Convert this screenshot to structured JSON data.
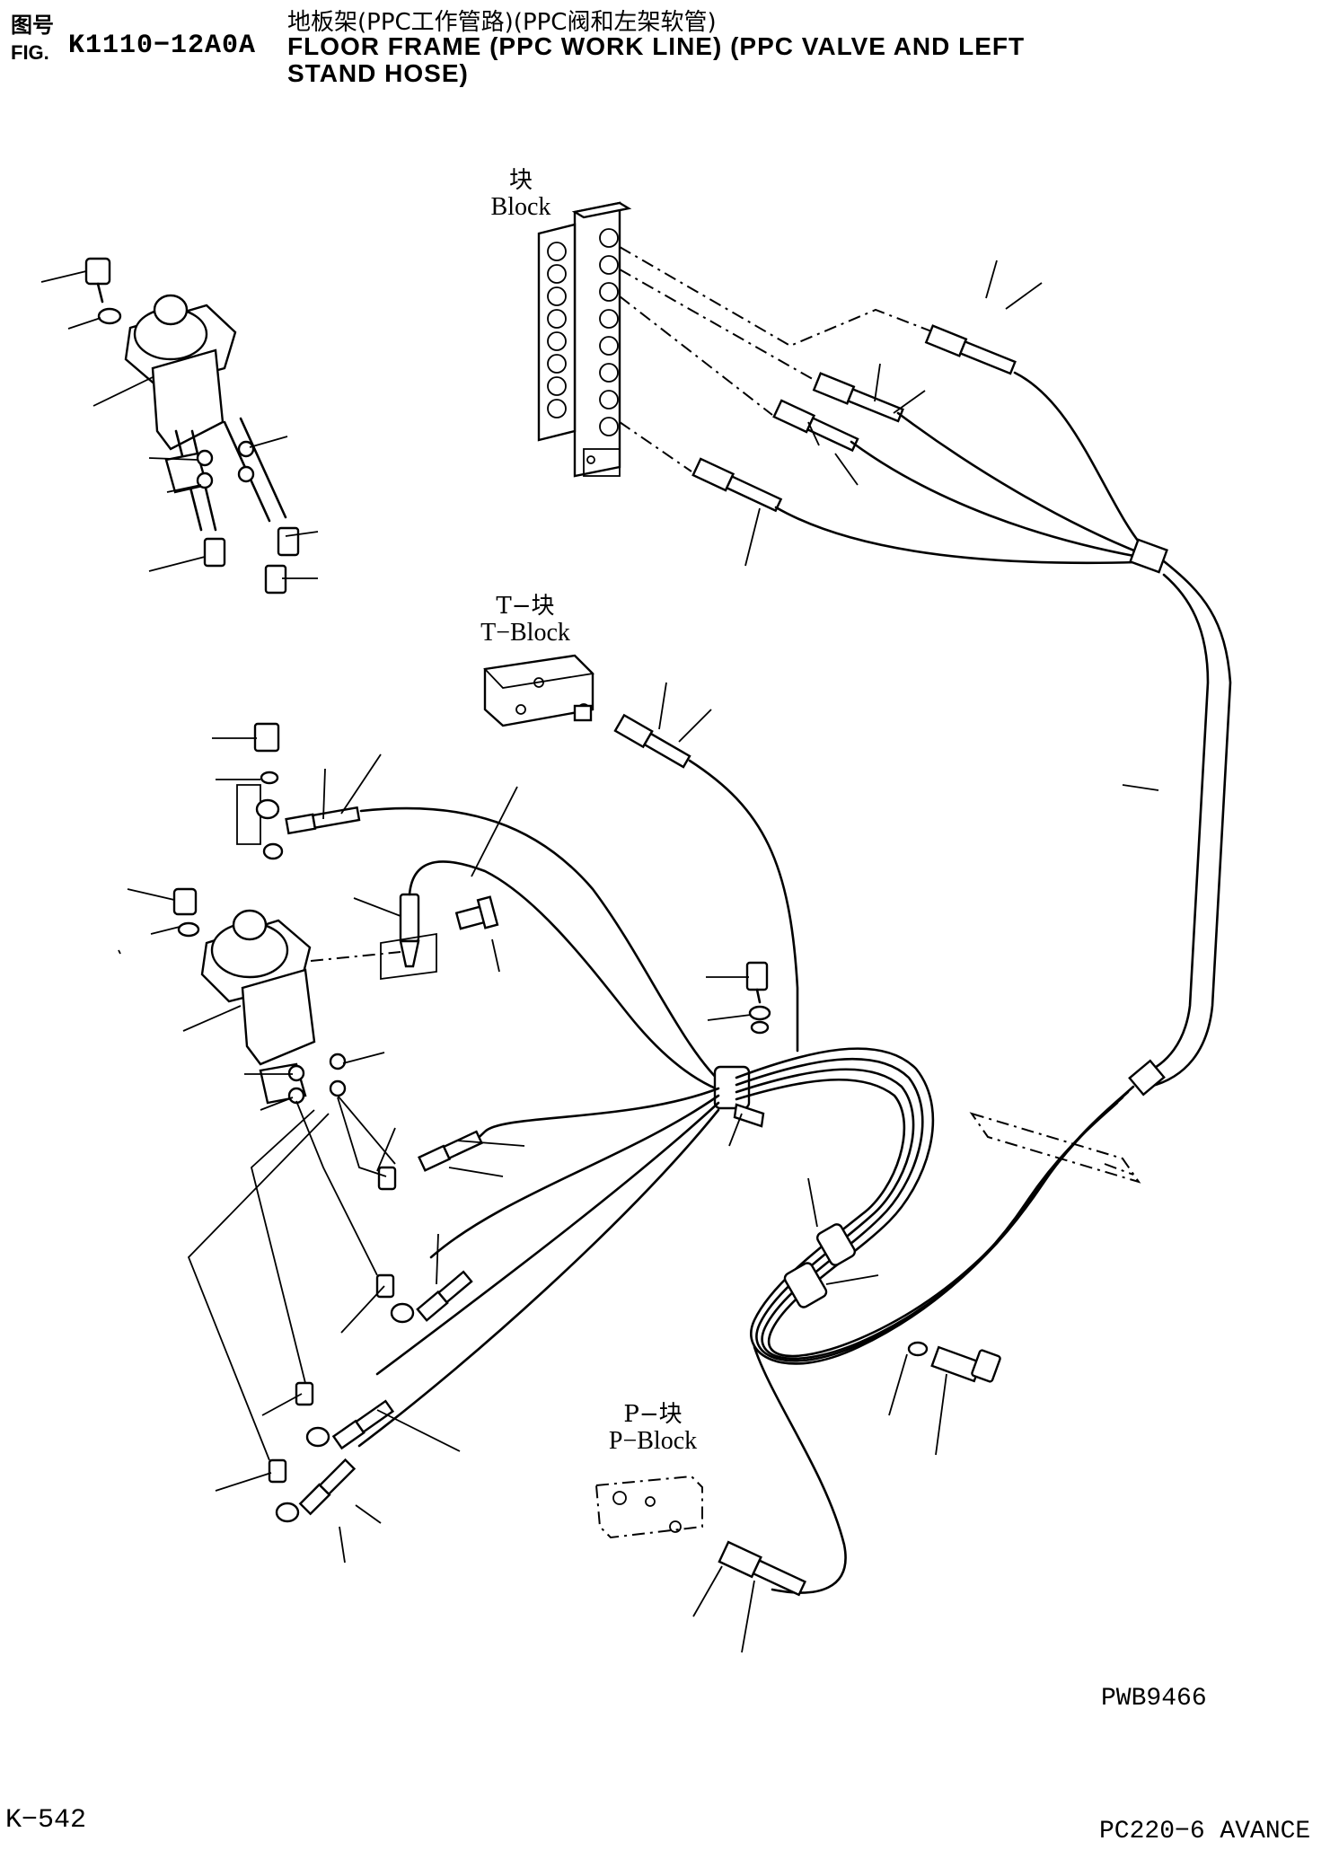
{
  "header": {
    "fig_label_cn": "图号",
    "fig_label_en": "FIG.",
    "fig_number": "K1110−12A0A",
    "title_cn": "地板架(PPC工作管路)(PPC阀和左架软管)",
    "title_en_line1": "FLOOR FRAME (PPC WORK LINE) (PPC VALVE AND LEFT",
    "title_en_line2": "STAND HOSE)"
  },
  "labels": {
    "block_cn": "块",
    "block_en": "Block",
    "tblock_cn": "T−块",
    "tblock_en": "T−Block",
    "pblock_cn": "P−块",
    "pblock_en": "P−Block"
  },
  "footer": {
    "drawing_code": "PWB9466",
    "page_number": "K−542",
    "model": "PC220−6 AVANCE"
  }
}
